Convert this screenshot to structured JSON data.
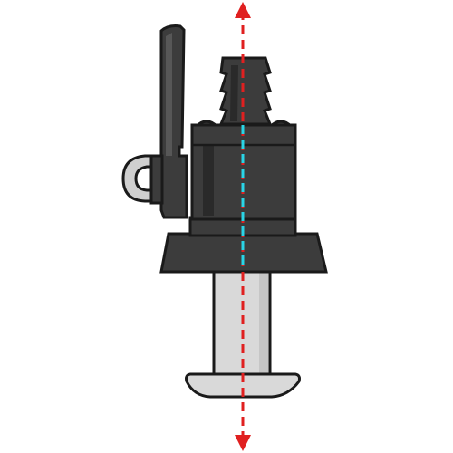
{
  "colors": {
    "background": "#ffffff",
    "outline": "#1a1a1a",
    "body_dark": "#3c3c3c",
    "body_shadow": "#2a2a2a",
    "body_highlight": "#575757",
    "metal_light": "#d9d9d9",
    "metal_mid": "#c6c6c6",
    "ring_grey": "#cfcfcf",
    "axis_red": "#e02020",
    "axis_cyan": "#2ad4e6"
  },
  "parts": {
    "lever": "lever-handle",
    "ring": "eye-ring",
    "barb": "hose-barb",
    "valve_body": "valve-body",
    "flange": "mounting-flange",
    "shaft": "metal-shaft",
    "foot": "mushroom-foot",
    "axis": "center-axis-arrow"
  }
}
